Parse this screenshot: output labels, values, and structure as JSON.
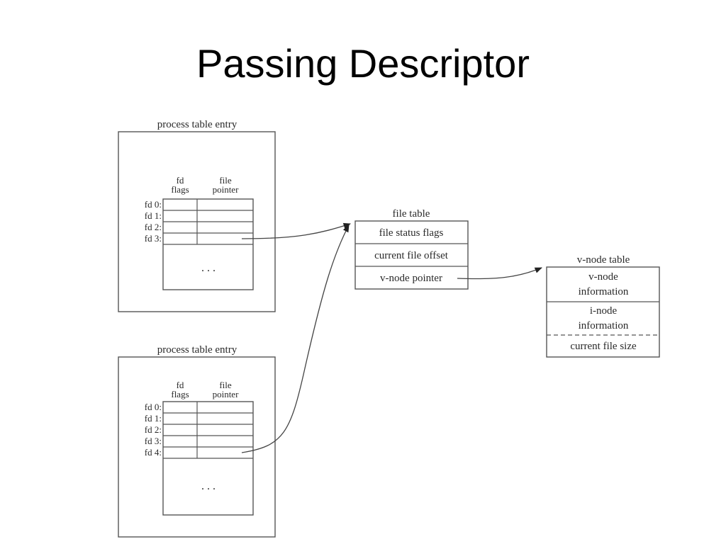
{
  "title": "Passing Descriptor",
  "process_entries": [
    {
      "label": "process table entry",
      "col_fd_flags": [
        "fd",
        "flags"
      ],
      "col_file_pointer": [
        "file",
        "pointer"
      ],
      "rows": [
        "fd 0:",
        "fd 1:",
        "fd 2:",
        "fd 3:"
      ],
      "ellipsis": ". . ."
    },
    {
      "label": "process table entry",
      "col_fd_flags": [
        "fd",
        "flags"
      ],
      "col_file_pointer": [
        "file",
        "pointer"
      ],
      "rows": [
        "fd 0:",
        "fd 1:",
        "fd 2:",
        "fd 3:",
        "fd 4:"
      ],
      "ellipsis": ". . ."
    }
  ],
  "file_table": {
    "label": "file table",
    "rows": [
      "file status flags",
      "current file offset",
      "v-node pointer"
    ]
  },
  "vnode_table": {
    "label": "v-node table",
    "vnode_info": [
      "v-node",
      "information"
    ],
    "inode_info": [
      "i-node",
      "information"
    ],
    "current_file_size": "current file size"
  }
}
